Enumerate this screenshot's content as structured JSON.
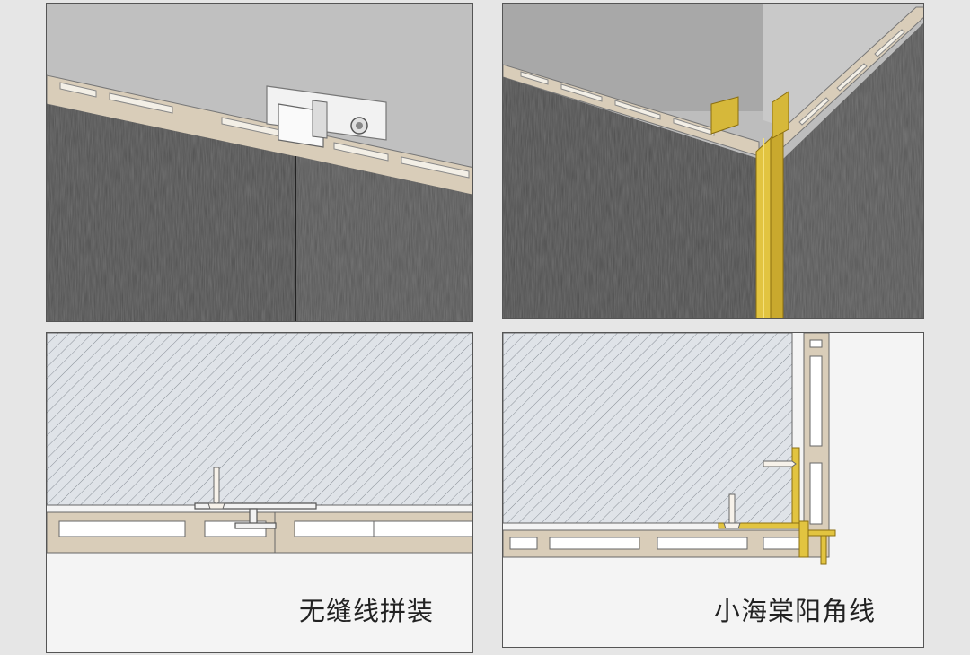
{
  "captions": {
    "left": "无缝线拼装",
    "right": "小海棠阳角线"
  },
  "colors": {
    "background": "#e6e6e6",
    "wall": "#bdbdbd",
    "panel": "#4e4e4e",
    "substrate": "#d9cdb9",
    "trim_gold": "#d6b83a",
    "clip_white": "#f2f2f2"
  },
  "icons": [
    "wall-panel-image",
    "clip-icon",
    "corner-trim-icon",
    "screw-icon"
  ]
}
